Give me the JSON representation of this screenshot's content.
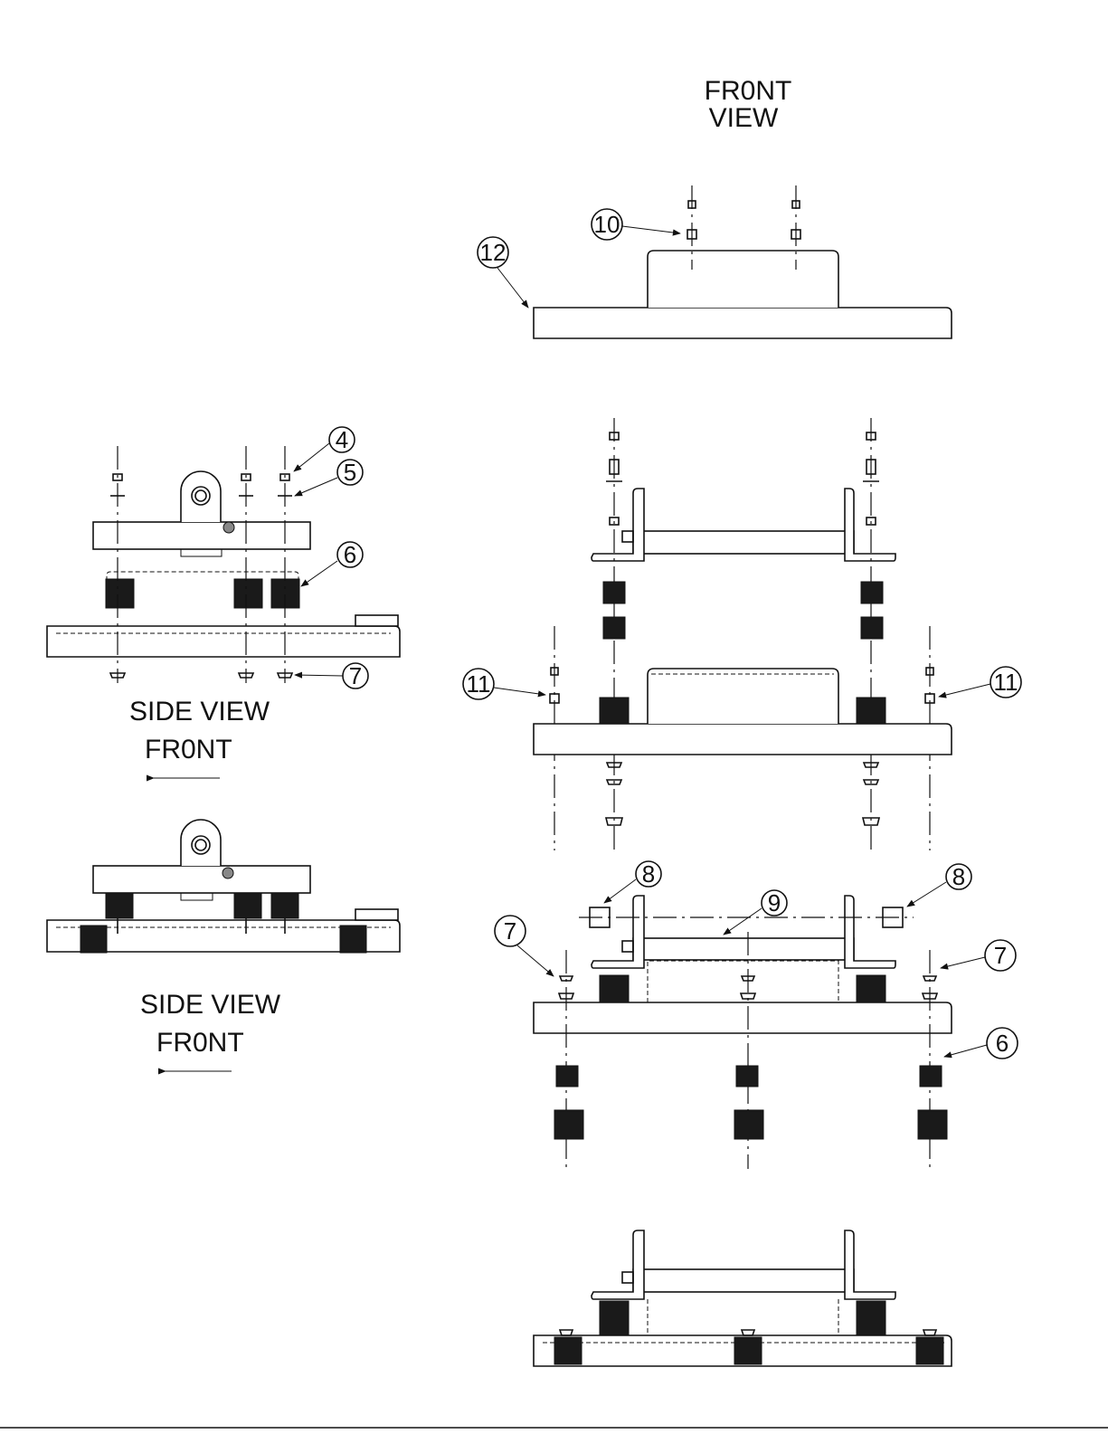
{
  "view_labels": {
    "front_view_top": [
      "FR0NT",
      "VIEW"
    ],
    "side_view_1": "SIDE VIEW",
    "front_1": "FR0NT",
    "side_view_2": "SIDE VIEW",
    "front_2": "FR0NT"
  },
  "callouts": {
    "c4": "4",
    "c5": "5",
    "c6_side": "6",
    "c7_side": "7",
    "c10": "10",
    "c12": "12",
    "c11_left": "11",
    "c11_right": "11",
    "c8_left": "8",
    "c8_right": "8",
    "c9": "9",
    "c7_left": "7",
    "c7_right": "7",
    "c6_front": "6"
  }
}
